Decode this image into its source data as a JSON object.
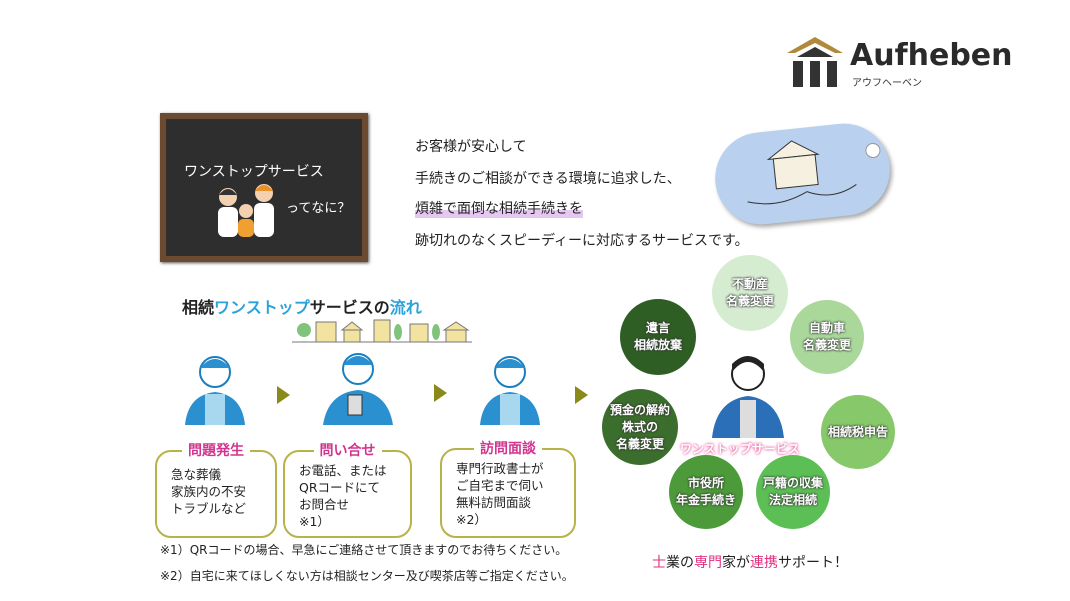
{
  "logo": {
    "name": "Aufheben",
    "kana": "アウフヘーベン"
  },
  "board": {
    "line1": "ワンストップサービス",
    "line2": "ってなに？"
  },
  "intro": {
    "lines": [
      "お客様が安心して",
      "手続きのご相談ができる環境に追求した、",
      "煩雑で面倒な相続手続きを",
      "跡切れのなくスピーディーに対応するサービスです。"
    ]
  },
  "flow": {
    "title_pre": "相続",
    "title_blue": "ワンストップ",
    "title_mid": "サービスの",
    "title_blue2": "流れ",
    "steps": [
      {
        "title": "問題発生",
        "body": [
          "急な葬儀",
          "家族内の不安",
          "トラブルなど"
        ]
      },
      {
        "title": "問い合せ",
        "body": [
          "お電話、または",
          "QRコードにて",
          "お問合せ",
          "※1）"
        ]
      },
      {
        "title": "訪問面談",
        "body": [
          "専門行政書士が",
          "ご自宅まで伺い",
          "無料訪問面談",
          "※2）"
        ]
      }
    ],
    "notes": [
      "※1）QRコードの場合、早急にご連絡させて頂きますのでお待ちください。",
      "※2）自宅に来てほしくない方は相談センター及び喫茶店等ご指定ください。"
    ]
  },
  "services": {
    "label": "ワンストップサービス",
    "items": [
      {
        "text": [
          "不動産",
          "名義変更"
        ],
        "color": "#d6ecd0"
      },
      {
        "text": [
          "自動車",
          "名義変更"
        ],
        "color": "#a9d89a"
      },
      {
        "text": [
          "遺言",
          "相続放棄"
        ],
        "color": "#2f5e24"
      },
      {
        "text": [
          "相続税申告"
        ],
        "color": "#86c86a"
      },
      {
        "text": [
          "預金の解約",
          "株式の",
          "名義変更"
        ],
        "color": "#3b6e2c"
      },
      {
        "text": [
          "市役所",
          "年金手続き"
        ],
        "color": "#4c9a3a"
      },
      {
        "text": [
          "戸籍の収集",
          "法定相続"
        ],
        "color": "#5cbf55"
      }
    ],
    "tagline": {
      "p1": "士",
      "p2": "業の",
      "p3": "専門",
      "p4": "家が",
      "p5": "連携",
      "p6": "サポート！"
    }
  }
}
